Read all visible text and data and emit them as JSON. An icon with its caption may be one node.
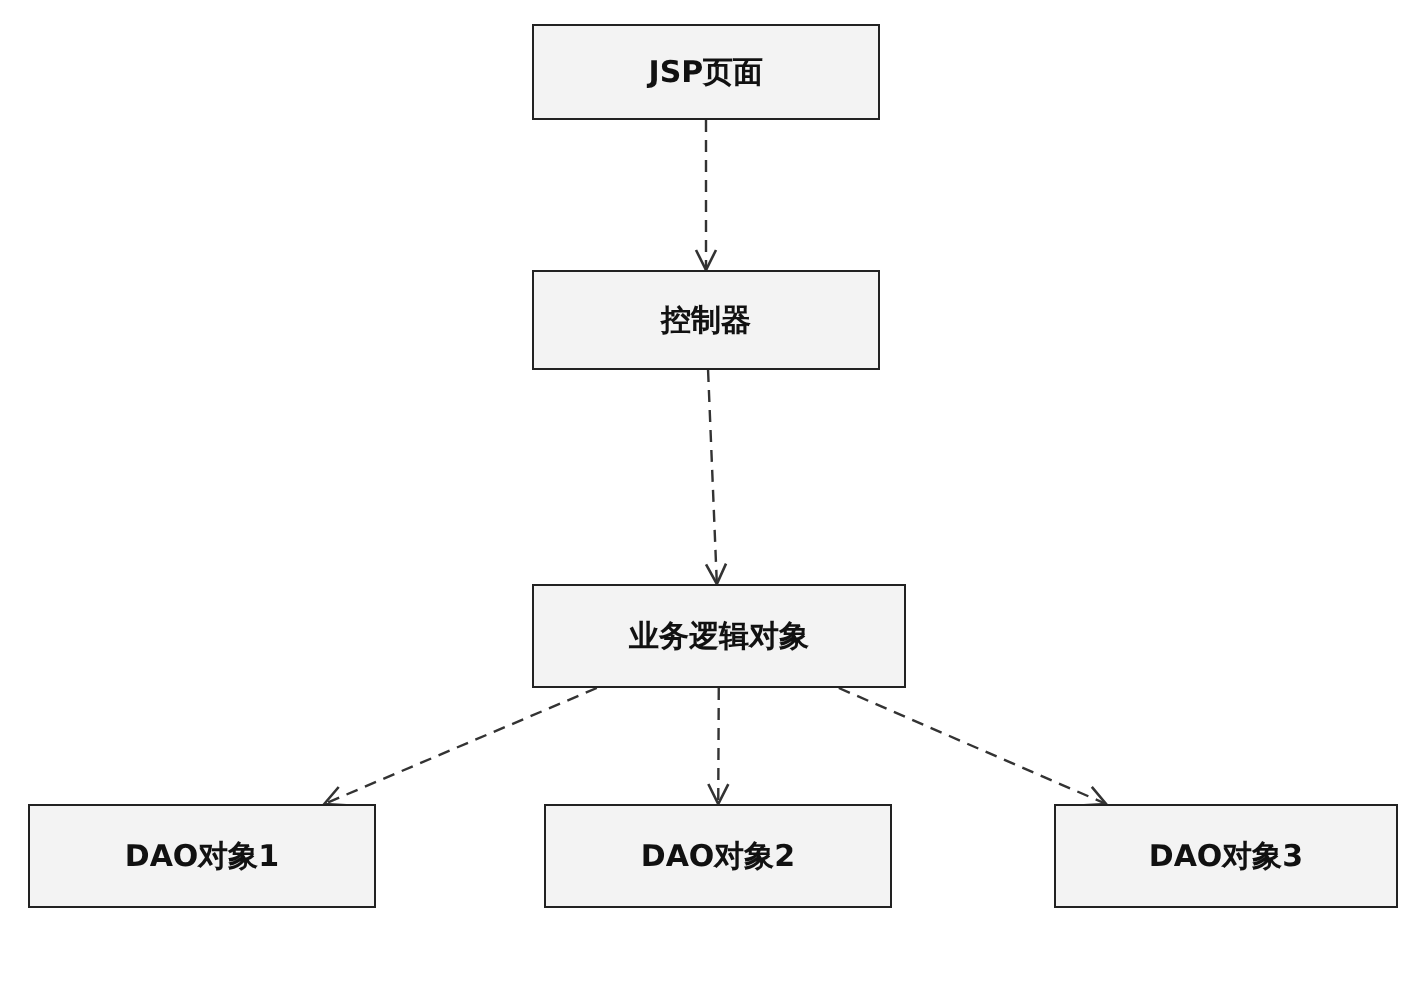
{
  "diagram": {
    "nodes": [
      {
        "text": [
          "JSP页面"
        ]
      },
      {
        "text": [
          "控制器"
        ]
      },
      {
        "text": [
          "业务逻辑对象"
        ]
      },
      {
        "text": [
          "DAO对象1"
        ]
      },
      {
        "text": [
          "DAO对象2"
        ]
      },
      {
        "text": [
          "DAO对象3"
        ]
      }
    ],
    "edges": [
      {
        "from": 0,
        "to": 1,
        "arrow": "to",
        "style": "dashed"
      },
      {
        "from": 1,
        "to": 2,
        "arrow": "to",
        "style": "dashed"
      },
      {
        "from": 2,
        "to": 3,
        "arrow": "to",
        "style": "dashed"
      },
      {
        "from": 2,
        "to": 4,
        "arrow": "to",
        "style": "dashed"
      },
      {
        "from": 2,
        "to": 5,
        "arrow": "to",
        "style": "dashed"
      }
    ]
  }
}
